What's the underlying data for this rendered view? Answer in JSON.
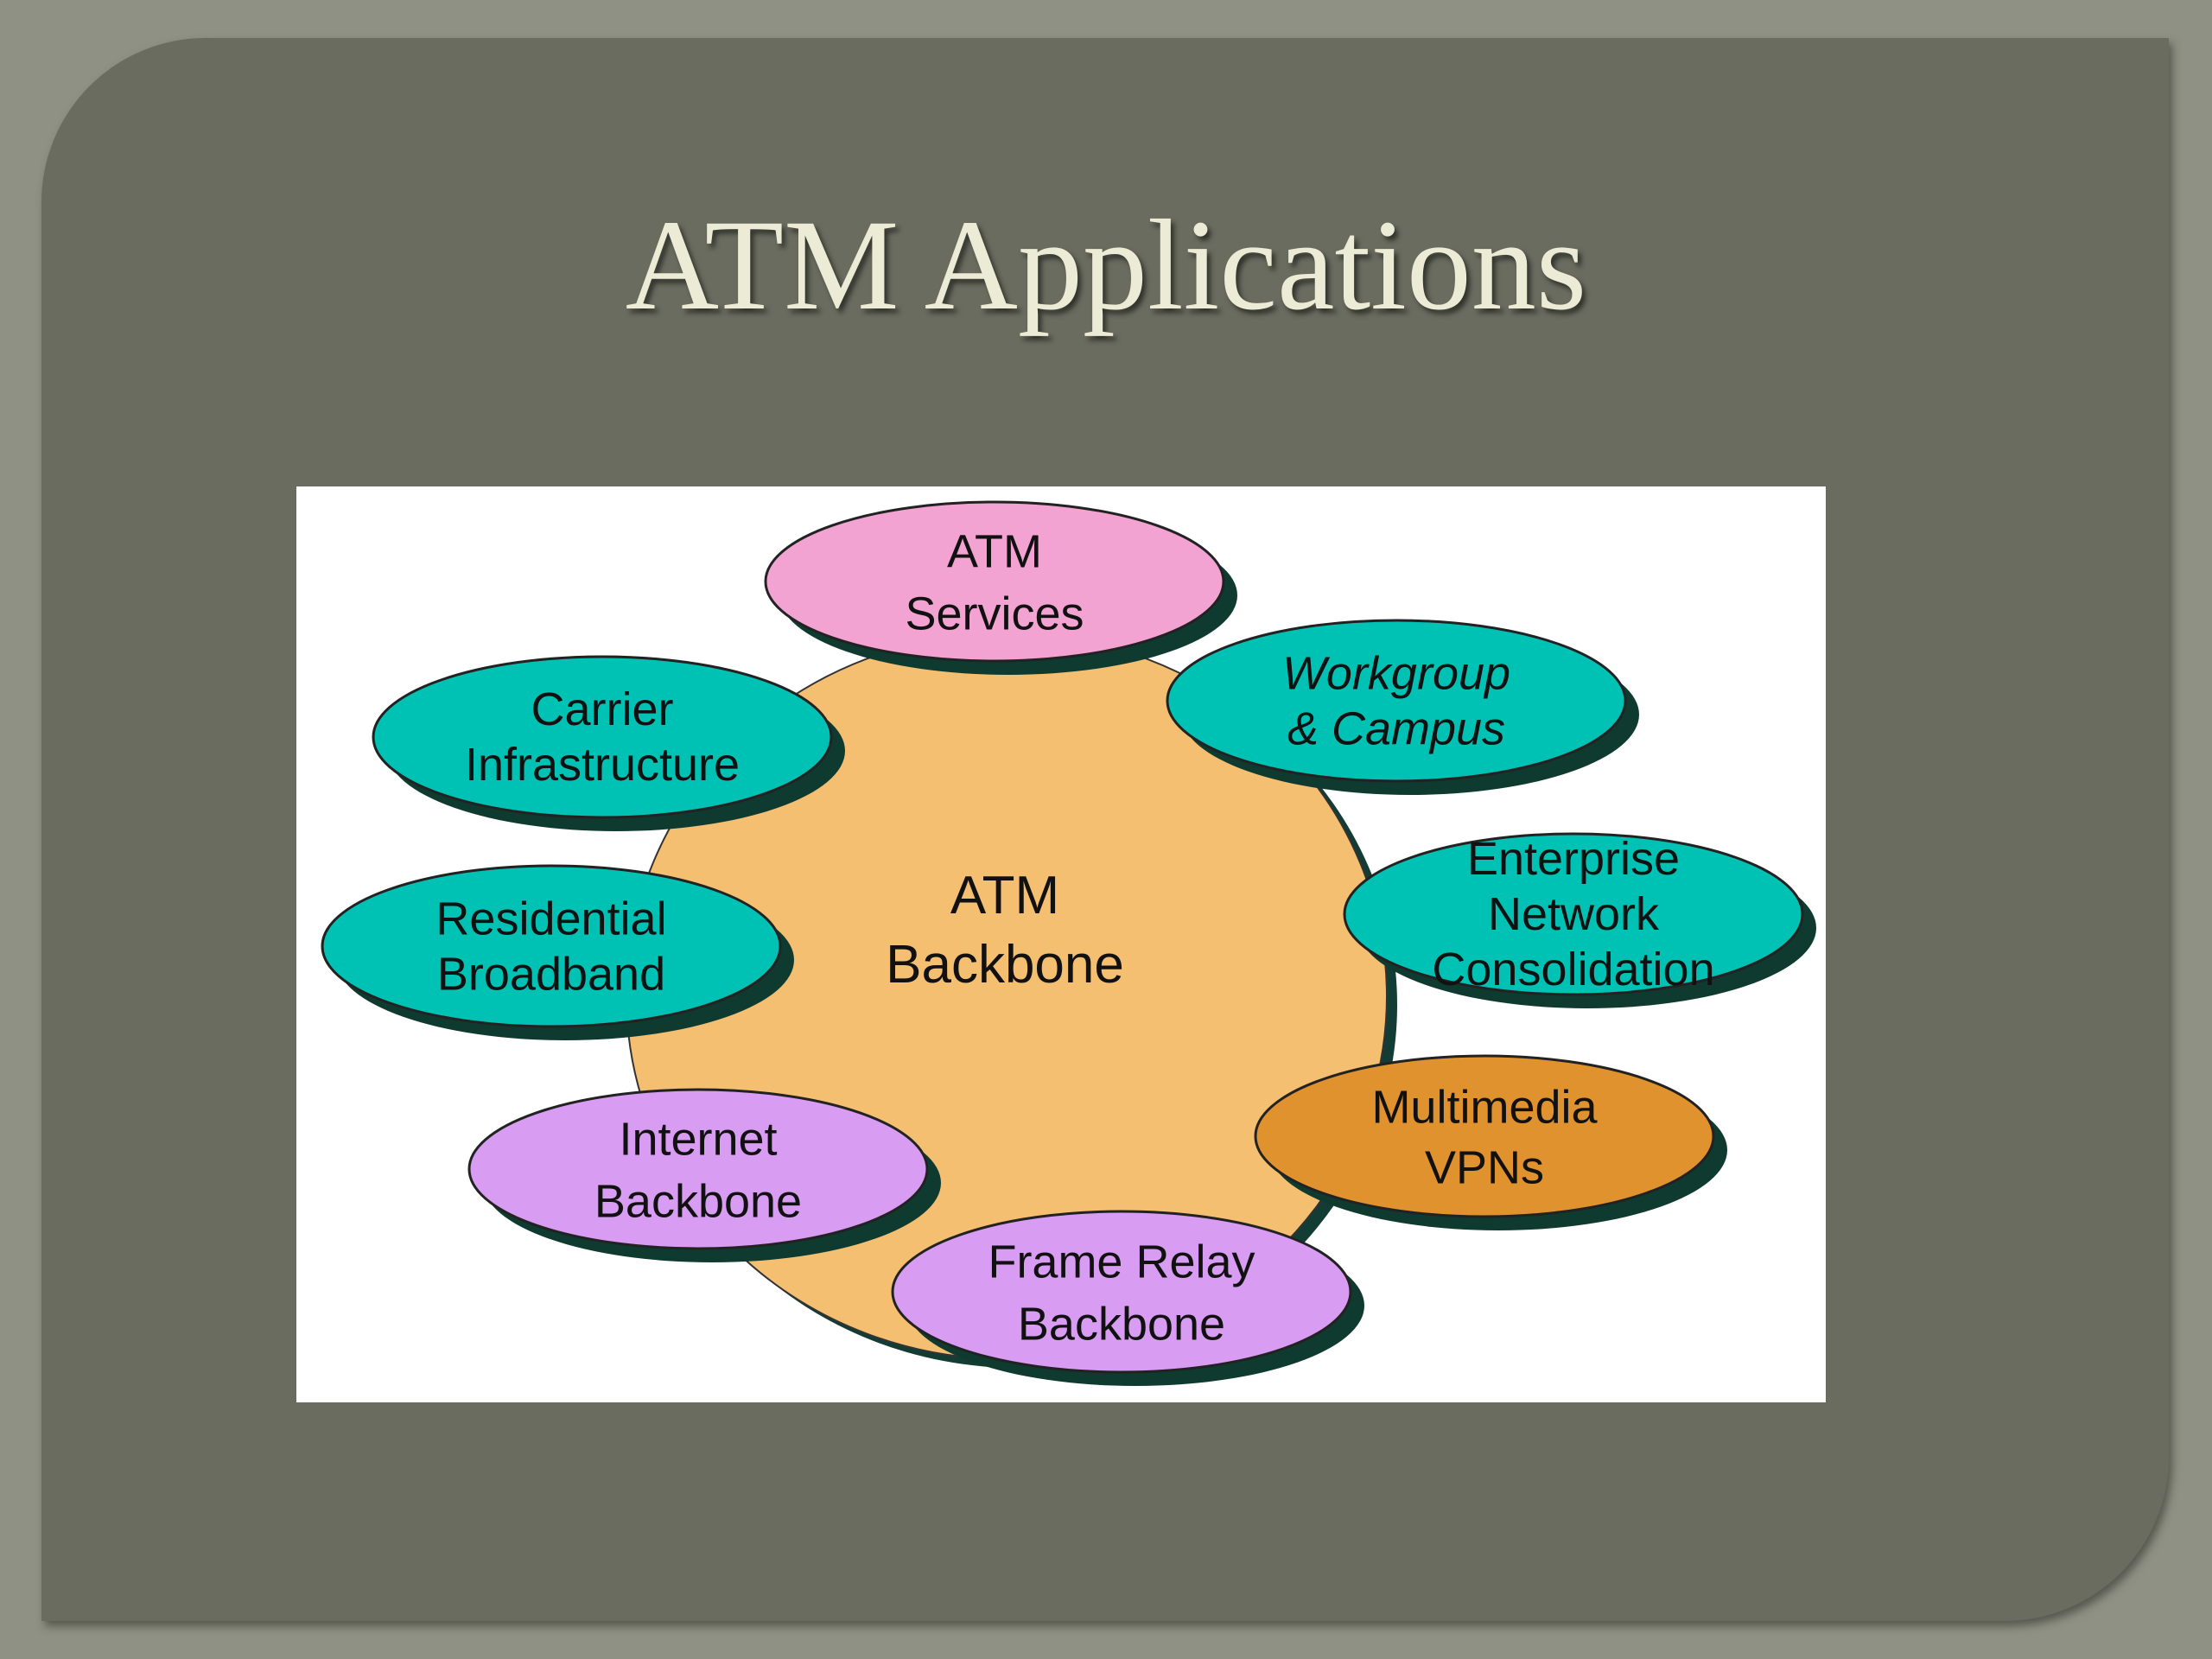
{
  "slide": {
    "title": "ATM Applications"
  },
  "diagram": {
    "hub": {
      "lines": [
        "ATM",
        "Backbone"
      ],
      "color": "#f5bf72"
    },
    "nodes": [
      {
        "id": "atm-services",
        "lines": [
          "ATM",
          "Services"
        ],
        "color": "#f2a3d2",
        "italic": false
      },
      {
        "id": "workgroup-campus",
        "lines": [
          "Workgroup",
          "& Campus"
        ],
        "color": "#00c2b4",
        "italic": true
      },
      {
        "id": "enterprise-network-consolidation",
        "lines": [
          "Enterprise",
          "Network",
          "Consolidation"
        ],
        "color": "#00c2b4",
        "italic": false
      },
      {
        "id": "multimedia-vpns",
        "lines": [
          "Multimedia",
          "VPNs"
        ],
        "color": "#e0922e",
        "italic": false
      },
      {
        "id": "frame-relay-backbone",
        "lines": [
          "Frame Relay",
          "Backbone"
        ],
        "color": "#d89cf2",
        "italic": false
      },
      {
        "id": "internet-backbone",
        "lines": [
          "Internet",
          "Backbone"
        ],
        "color": "#d89cf2",
        "italic": false
      },
      {
        "id": "residential-broadband",
        "lines": [
          "Residential",
          "Broadband"
        ],
        "color": "#00c2b4",
        "italic": false
      },
      {
        "id": "carrier-infrastructure",
        "lines": [
          "Carrier",
          "Infrastructure"
        ],
        "color": "#00c2b4",
        "italic": false
      }
    ]
  }
}
